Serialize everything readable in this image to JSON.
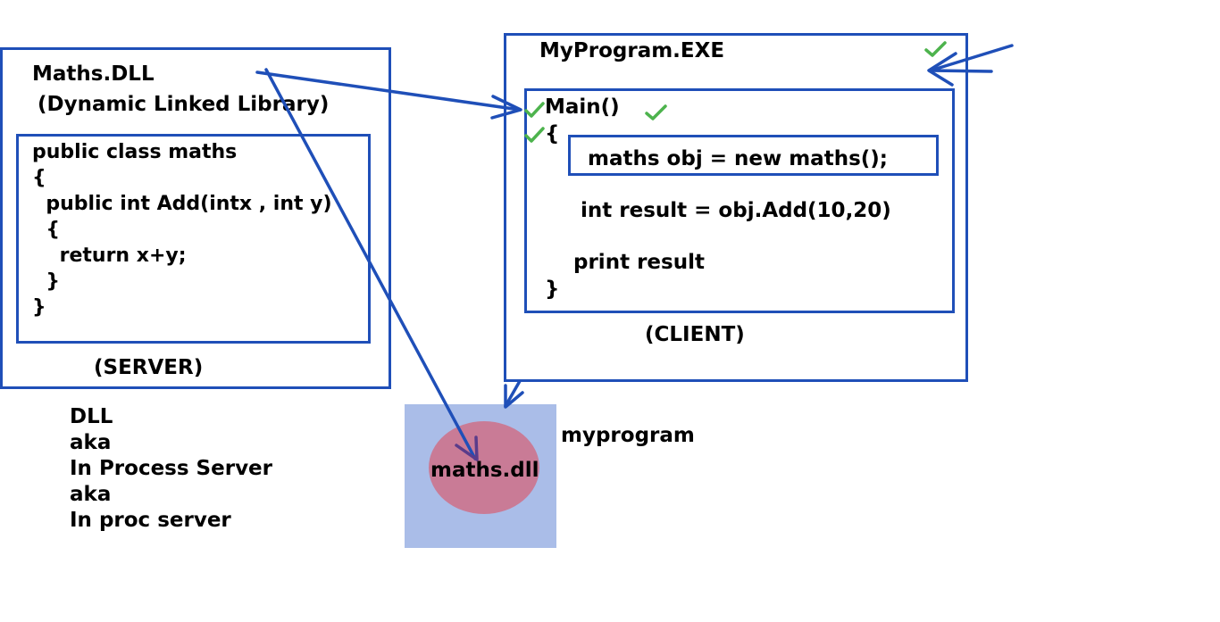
{
  "server": {
    "title": "Maths.DLL",
    "subtitle": "(Dynamic Linked Library)",
    "code_lines": [
      "public class maths",
      "{",
      "  public int Add(intx , int y)",
      "  {",
      "    return x+y;",
      "  }",
      "}"
    ],
    "caption": "(SERVER)"
  },
  "client": {
    "title": "MyProgram.EXE",
    "main_label": "Main()",
    "open_brace": "{",
    "statement_new": "maths obj = new maths();",
    "statement_add": "int result = obj.Add(10,20)",
    "statement_print": "print result",
    "close_brace": "}",
    "caption": "(CLIENT)"
  },
  "notes": {
    "lines": [
      "DLL",
      "aka",
      "In Process Server",
      "aka",
      "In proc server"
    ]
  },
  "process": {
    "label": "myprogram",
    "dll_label": "maths.dll"
  },
  "colors": {
    "box_border": "#1f4fb8",
    "arrow": "#1f4fb8",
    "check": "#4db34d",
    "process_fill": "#aabde8",
    "dll_fill": "#c97b96",
    "arrow_tip_inner": "#5a3c8a"
  }
}
